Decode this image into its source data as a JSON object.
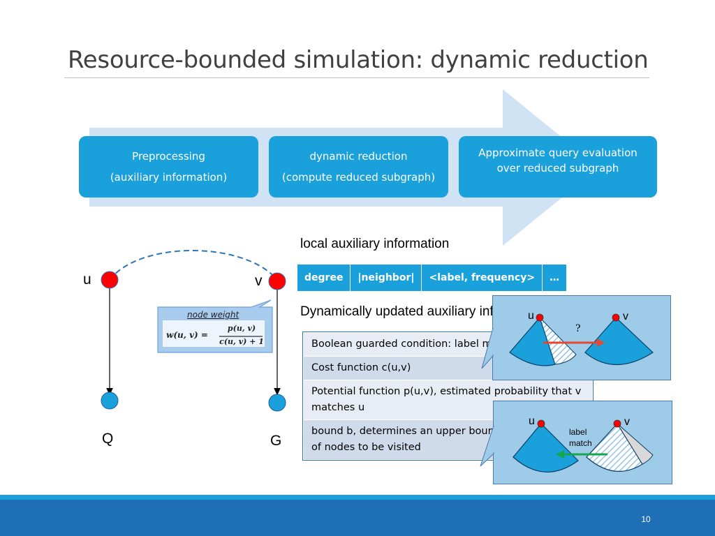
{
  "slide": {
    "title": "Resource-bounded simulation: dynamic reduction",
    "number": "10"
  },
  "process": {
    "steps": [
      {
        "line1": "Preprocessing",
        "line2": "(auxiliary information)"
      },
      {
        "line1": "dynamic reduction",
        "line2": "(compute reduced subgraph)"
      },
      {
        "line1": "Approximate query evaluation",
        "line2": "over reduced subgraph"
      }
    ]
  },
  "graph": {
    "query_node_top": "u",
    "data_node_top": "v",
    "query_label": "Q",
    "data_label": "G",
    "callout_title": "node weight",
    "callout_formula_lhs": "w(u, v) =",
    "callout_formula_num": "p(u, v)",
    "callout_formula_den": "c(u, v) + 1"
  },
  "local_aux": {
    "label": "local auxiliary information",
    "columns": [
      "degree",
      "|neighbor|",
      "<label, frequency>",
      "…"
    ]
  },
  "dynamic_aux": {
    "label": "Dynamically updated auxiliary information",
    "rows": [
      "Boolean guarded condition: label matching",
      "Cost function c(u,v)",
      "Potential function p(u,v), estimated probability that v matches u",
      "bound b, determines an upper bound of the number of nodes to be visited"
    ]
  },
  "panel1": {
    "u": "u",
    "v": "v",
    "question": "?"
  },
  "panel2": {
    "u": "u",
    "v": "v",
    "note_line1": "label",
    "note_line2": "match"
  },
  "colors": {
    "accent": "#1aa1dc",
    "arrow_bg": "#cfe3f5",
    "node_red": "#ff0000",
    "node_blue": "#1aa1dc",
    "footer": "#1f6fb6"
  }
}
